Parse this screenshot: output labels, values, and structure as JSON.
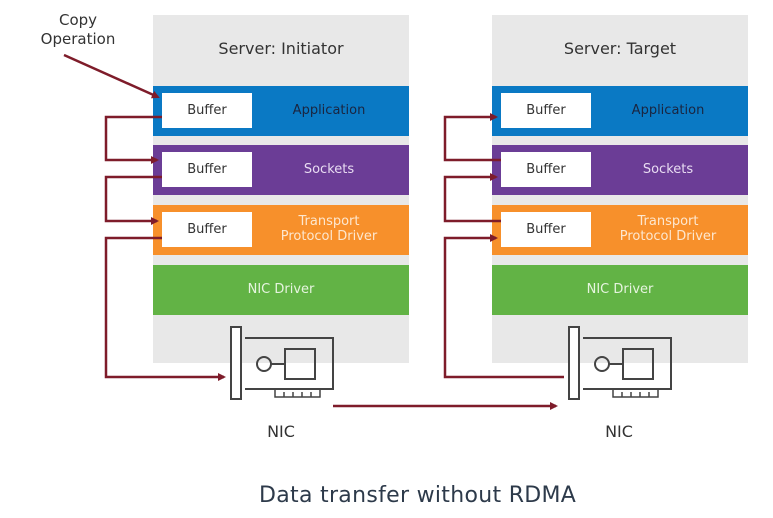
{
  "diagram": {
    "caption": "Data transfer without RDMA",
    "copy_operation_label": [
      "Copy",
      "Operation"
    ],
    "colors": {
      "panel": "#e8e8e8",
      "application": "#0a79c4",
      "sockets": "#6b3d96",
      "transport": "#f7902b",
      "nic_driver": "#62b345",
      "arrow": "#7e1c2a"
    },
    "servers": [
      {
        "title": "Server: Initiator",
        "layers": {
          "application": {
            "buffer": "Buffer",
            "label": "Application"
          },
          "sockets": {
            "buffer": "Buffer",
            "label": "Sockets"
          },
          "transport": {
            "buffer": "Buffer",
            "label_line1": "Transport",
            "label_line2": "Protocol Driver"
          },
          "nic_driver": {
            "label": "NIC Driver"
          }
        },
        "nic_label": "NIC"
      },
      {
        "title": "Server: Target",
        "layers": {
          "application": {
            "buffer": "Buffer",
            "label": "Application"
          },
          "sockets": {
            "buffer": "Buffer",
            "label": "Sockets"
          },
          "transport": {
            "buffer": "Buffer",
            "label_line1": "Transport",
            "label_line2": "Protocol Driver"
          },
          "nic_driver": {
            "label": "NIC Driver"
          }
        },
        "nic_label": "NIC"
      }
    ]
  }
}
